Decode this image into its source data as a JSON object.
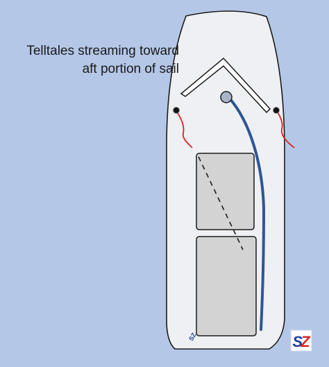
{
  "caption": {
    "line1": "Telltales streaming toward",
    "line2": "aft portion of sail"
  },
  "logo": {
    "text": "SZ",
    "colors": {
      "s": "#1f3f99",
      "z": "#d62828",
      "background": "#ffffff"
    }
  },
  "hull_mark": {
    "text": "SZ"
  },
  "colors": {
    "background": "#b4c7e7",
    "hull": "#eef0f3",
    "outline": "#1a1a1a",
    "hatch": "#d3d3d3",
    "telltale": "#e02020",
    "mainsheet": "#2f5597",
    "mast_step": "#a9b4c8"
  },
  "icons": [
    "telltale-grommet-icon",
    "mast-step-icon",
    "sailzone-logo-icon"
  ]
}
